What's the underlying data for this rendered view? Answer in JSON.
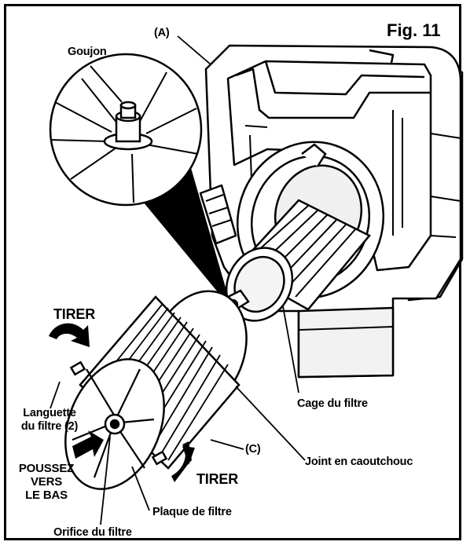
{
  "figure": {
    "id": "Fig. 11",
    "labels": {
      "a": "(A)",
      "c": "(C)",
      "goujon": "Goujon",
      "tirer_top": "TIRER",
      "tirer_bottom": "TIRER",
      "languette_line1": "Languette",
      "languette_line2": "du filtre (2)",
      "cage": "Cage du filtre",
      "joint": "Joint en caoutchouc",
      "pousser_line1": "POUSSEZ",
      "pousser_line2": "VERS",
      "pousser_line3": "LE BAS",
      "plaque": "Plaque de filtre",
      "orifice": "Orifice du filtre"
    }
  },
  "colors": {
    "ink": "#000000",
    "paper": "#ffffff",
    "shade": "#dcdcdc"
  }
}
